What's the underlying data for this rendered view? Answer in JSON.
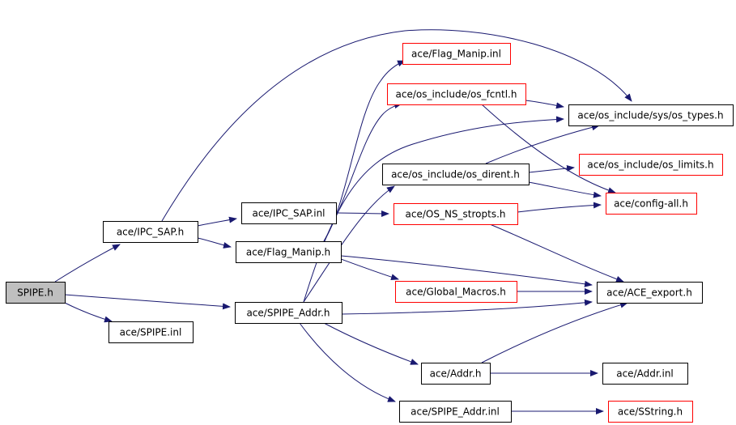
{
  "colors": {
    "edge": "#191970",
    "node_border": "#000000",
    "truncated_node_border": "#ff0000",
    "root_fill": "#bfbfbf",
    "node_fill": "#ffffff"
  },
  "nodes": {
    "spipe_h": {
      "label": "SPIPE.h",
      "style": "root"
    },
    "ipc_sap_h": {
      "label": "ace/IPC_SAP.h",
      "style": "normal"
    },
    "spipe_inl": {
      "label": "ace/SPIPE.inl",
      "style": "normal"
    },
    "ipc_sap_inl": {
      "label": "ace/IPC_SAP.inl",
      "style": "normal"
    },
    "flag_manip_h": {
      "label": "ace/Flag_Manip.h",
      "style": "normal"
    },
    "spipe_addr_h": {
      "label": "ace/SPIPE_Addr.h",
      "style": "normal"
    },
    "flag_manip_inl": {
      "label": "ace/Flag_Manip.inl",
      "style": "truncated"
    },
    "os_fcntl_h": {
      "label": "ace/os_include/os_fcntl.h",
      "style": "truncated"
    },
    "os_dirent_h": {
      "label": "ace/os_include/os_dirent.h",
      "style": "normal"
    },
    "os_ns_stropts_h": {
      "label": "ace/OS_NS_stropts.h",
      "style": "truncated"
    },
    "global_macros_h": {
      "label": "ace/Global_Macros.h",
      "style": "truncated"
    },
    "addr_h": {
      "label": "ace/Addr.h",
      "style": "normal"
    },
    "spipe_addr_inl": {
      "label": "ace/SPIPE_Addr.inl",
      "style": "normal"
    },
    "os_types_h": {
      "label": "ace/os_include/sys/os_types.h",
      "style": "normal"
    },
    "os_limits_h": {
      "label": "ace/os_include/os_limits.h",
      "style": "truncated"
    },
    "config_all_h": {
      "label": "ace/config-all.h",
      "style": "truncated"
    },
    "ace_export_h": {
      "label": "ace/ACE_export.h",
      "style": "normal"
    },
    "addr_inl": {
      "label": "ace/Addr.inl",
      "style": "normal"
    },
    "sstring_h": {
      "label": "ace/SString.h",
      "style": "truncated"
    }
  },
  "edges": [
    [
      "spipe_h",
      "ipc_sap_h"
    ],
    [
      "spipe_h",
      "spipe_inl"
    ],
    [
      "spipe_h",
      "spipe_addr_h"
    ],
    [
      "ipc_sap_h",
      "os_types_h"
    ],
    [
      "ipc_sap_h",
      "ipc_sap_inl"
    ],
    [
      "ipc_sap_h",
      "flag_manip_h"
    ],
    [
      "ipc_sap_inl",
      "os_ns_stropts_h"
    ],
    [
      "flag_manip_h",
      "flag_manip_inl"
    ],
    [
      "flag_manip_h",
      "os_fcntl_h"
    ],
    [
      "flag_manip_h",
      "global_macros_h"
    ],
    [
      "flag_manip_h",
      "ace_export_h"
    ],
    [
      "spipe_addr_h",
      "os_types_h"
    ],
    [
      "spipe_addr_h",
      "os_dirent_h"
    ],
    [
      "spipe_addr_h",
      "ace_export_h"
    ],
    [
      "spipe_addr_h",
      "addr_h"
    ],
    [
      "spipe_addr_h",
      "spipe_addr_inl"
    ],
    [
      "os_fcntl_h",
      "os_types_h"
    ],
    [
      "os_fcntl_h",
      "config_all_h"
    ],
    [
      "os_dirent_h",
      "os_types_h"
    ],
    [
      "os_dirent_h",
      "os_limits_h"
    ],
    [
      "os_dirent_h",
      "config_all_h"
    ],
    [
      "os_ns_stropts_h",
      "config_all_h"
    ],
    [
      "os_ns_stropts_h",
      "ace_export_h"
    ],
    [
      "global_macros_h",
      "ace_export_h"
    ],
    [
      "addr_h",
      "ace_export_h"
    ],
    [
      "addr_h",
      "addr_inl"
    ],
    [
      "spipe_addr_inl",
      "sstring_h"
    ]
  ]
}
